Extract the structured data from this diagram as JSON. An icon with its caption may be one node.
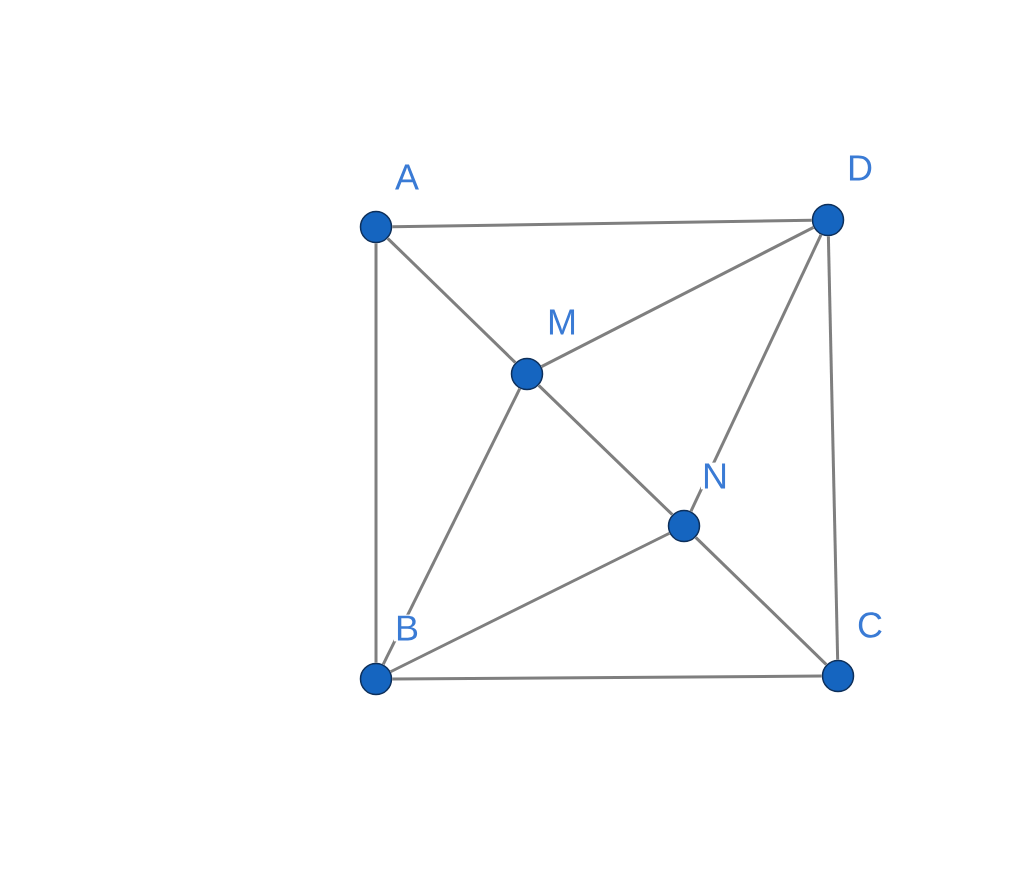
{
  "diagram": {
    "nodes": [
      {
        "text": [],
        "shape": "circle",
        "beside": [
          "A"
        ]
      },
      {
        "text": [],
        "shape": "circle",
        "beside": [
          "D"
        ]
      },
      {
        "text": [],
        "shape": "circle",
        "beside": [
          "M"
        ]
      },
      {
        "text": [],
        "shape": "circle",
        "beside": [
          "N"
        ]
      },
      {
        "text": [],
        "shape": "circle",
        "beside": [
          "B"
        ]
      },
      {
        "text": [],
        "shape": "circle",
        "beside": [
          "C"
        ]
      }
    ],
    "edges": [
      {
        "from": 0,
        "to": 1,
        "arrow": "none"
      },
      {
        "from": 0,
        "to": 4,
        "arrow": "none"
      },
      {
        "from": 0,
        "to": 2,
        "arrow": "none"
      },
      {
        "from": 2,
        "to": 3,
        "arrow": "none"
      },
      {
        "from": 3,
        "to": 5,
        "arrow": "none"
      },
      {
        "from": 2,
        "to": 1,
        "arrow": "none"
      },
      {
        "from": 2,
        "to": 4,
        "arrow": "none"
      },
      {
        "from": 3,
        "to": 1,
        "arrow": "none"
      },
      {
        "from": 3,
        "to": 4,
        "arrow": "none"
      },
      {
        "from": 4,
        "to": 5,
        "arrow": "none"
      },
      {
        "from": 1,
        "to": 5,
        "arrow": "none"
      }
    ]
  }
}
